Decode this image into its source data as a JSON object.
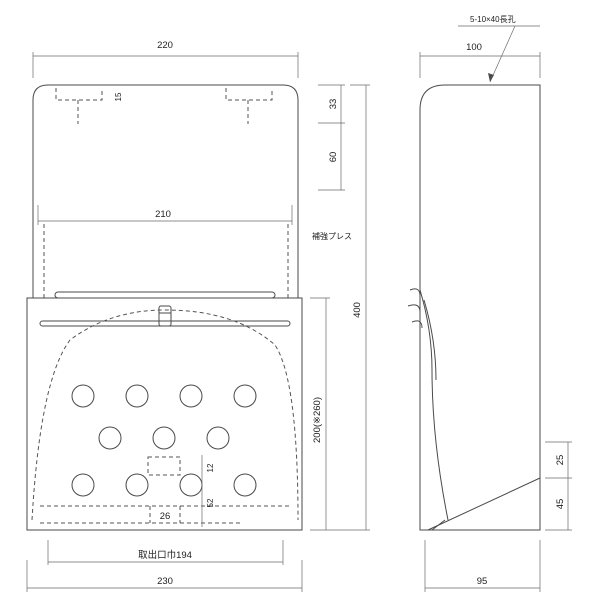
{
  "front": {
    "width_top": "220",
    "slot_depth": "15",
    "inner_width": "210",
    "opening_width": "26",
    "dim_12": "12",
    "dim_52": "52",
    "outlet_width": "取出口巾194",
    "width_bottom": "230",
    "dim_33": "33",
    "dim_60": "60",
    "reinforce_label": "補強プレス",
    "box_height": "200(※260)",
    "total_height": "400"
  },
  "side": {
    "slot_label": "5-10×40長孔",
    "depth_top": "100",
    "dim_25": "25",
    "dim_45": "45",
    "depth_bottom": "95"
  }
}
